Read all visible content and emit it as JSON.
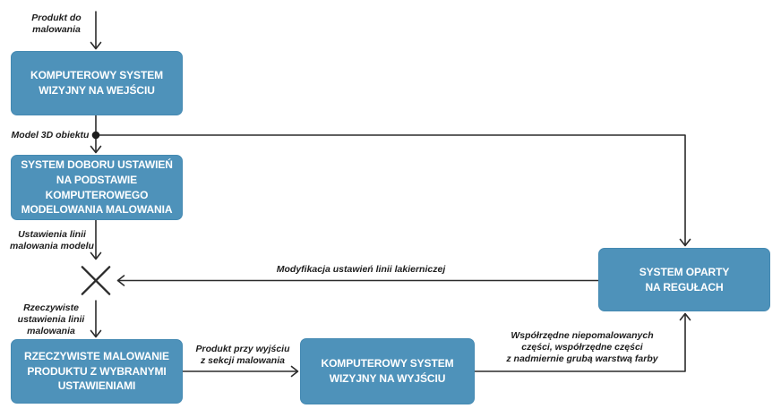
{
  "diagram": {
    "description": "Flowchart of a computer-vision based painting control system (Polish)",
    "colors": {
      "node_fill": "#4e92ba",
      "node_border": "#4489b2",
      "node_text": "#ffffff",
      "line": "#2b2b2b",
      "label_text": "#1d1d1d",
      "background": "#ffffff"
    },
    "nodes": [
      {
        "id": "vision-input",
        "label": "KOMPUTEROWY SYSTEM\nWIZYJNY NA WEJŚCIU"
      },
      {
        "id": "settings-selection",
        "label": "SYSTEM DOBORU USTAWIEŃ\nNA PODSTAWIE KOMPUTEROWEGO\nMODELOWANIA MALOWANIA"
      },
      {
        "id": "actual-painting",
        "label": "RZECZYWISTE MALOWANIE\nPRODUKTU Z WYBRANYMI\nUSTAWIENIAMI"
      },
      {
        "id": "vision-output",
        "label": "KOMPUTEROWY SYSTEM\nWIZYJNY NA WYJŚCIU"
      },
      {
        "id": "rule-based",
        "label": "SYSTEM OPARTY\nNA REGUŁACH"
      }
    ],
    "edge_labels": {
      "product_in": "Produkt do\nmalowania",
      "model_3d": "Model 3D obiektu",
      "model_line_settings": "Ustawienia linii\nmalowania modelu",
      "line_modification": "Modyfikacja ustawień linii lakierniczej",
      "actual_line_settings": "Rzeczywiste\nustawienia linii\nmalowania",
      "product_out": "Produkt przy wyjściu\nz sekcji malowania",
      "paint_coordinates": "Współrzędne niepomalowanych\nczęści, współrzędne części\nz nadmiernie grubą warstwą farby"
    }
  }
}
